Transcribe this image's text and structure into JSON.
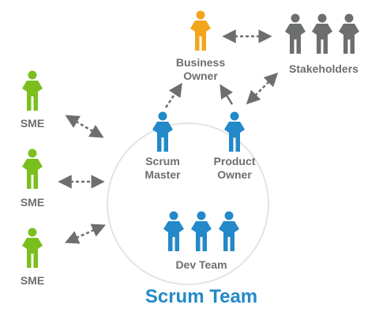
{
  "colors": {
    "sme": "#7bbf1f",
    "business_owner": "#f3a51d",
    "stakeholders": "#6d6e70",
    "scrum": "#2389c8",
    "label": "#6d6e70",
    "arrow": "#6d6e70",
    "circle": "#e4e4e4"
  },
  "icons": {
    "person": "person-icon"
  },
  "labels": {
    "business_owner": "Business\nOwner",
    "stakeholders": "Stakeholders",
    "scrum_master": "Scrum\nMaster",
    "product_owner": "Product\nOwner",
    "dev_team": "Dev Team",
    "sme_1": "SME",
    "sme_2": "SME",
    "sme_3": "SME",
    "team_title": "Scrum Team"
  }
}
